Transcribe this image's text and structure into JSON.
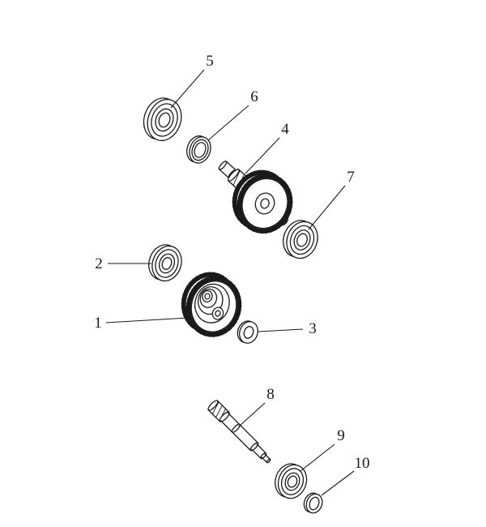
{
  "colors": {
    "background": "#ffffff",
    "ink": "#1a1a1a"
  },
  "callouts": [
    {
      "label": "1"
    },
    {
      "label": "2"
    },
    {
      "label": "3"
    },
    {
      "label": "4"
    },
    {
      "label": "5"
    },
    {
      "label": "6"
    },
    {
      "label": "7"
    },
    {
      "label": "8"
    },
    {
      "label": "9"
    },
    {
      "label": "10"
    }
  ]
}
